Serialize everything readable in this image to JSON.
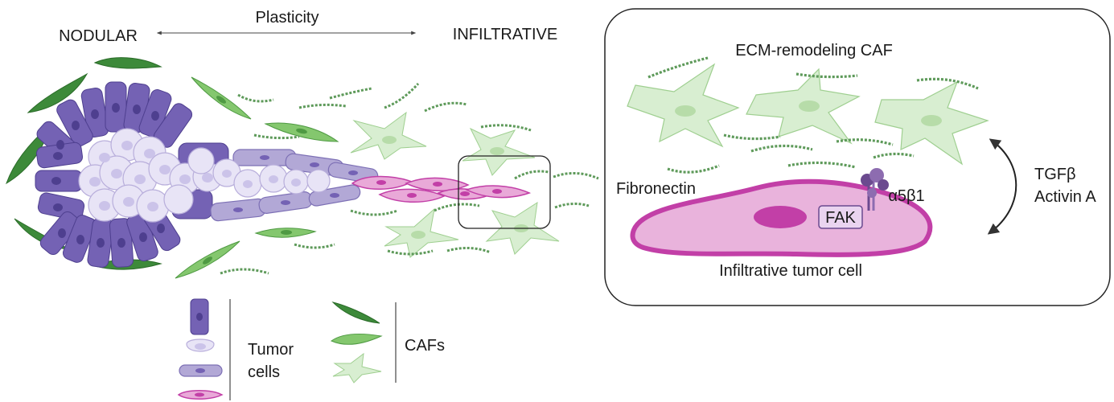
{
  "header": {
    "plasticity": "Plasticity",
    "left_state": "NODULAR",
    "right_state": "INFILTRATIVE"
  },
  "inset": {
    "title": "ECM-remodeling CAF",
    "fibronectin": "Fibronectin",
    "integrin": "α5β1",
    "fak": "FAK",
    "tumor_cell": "Infiltrative tumor cell",
    "signal_1": "TGFβ",
    "signal_2": "Activin A"
  },
  "legend": {
    "tumor_line_1": "Tumor",
    "tumor_line_2": "cells",
    "cafs": "CAFs"
  },
  "colors": {
    "dark_purple": "#7462b4",
    "light_lavender": "#e8e4f6",
    "mid_lavender": "#b2a8d6",
    "pink_cell": "#e9a9d8",
    "magenta": "#c23fa7",
    "dark_green_caf": "#3d8a3a",
    "mid_green_caf": "#84c76e",
    "light_green_caf": "#d8eed1",
    "fiber": "#5e9a5a"
  }
}
